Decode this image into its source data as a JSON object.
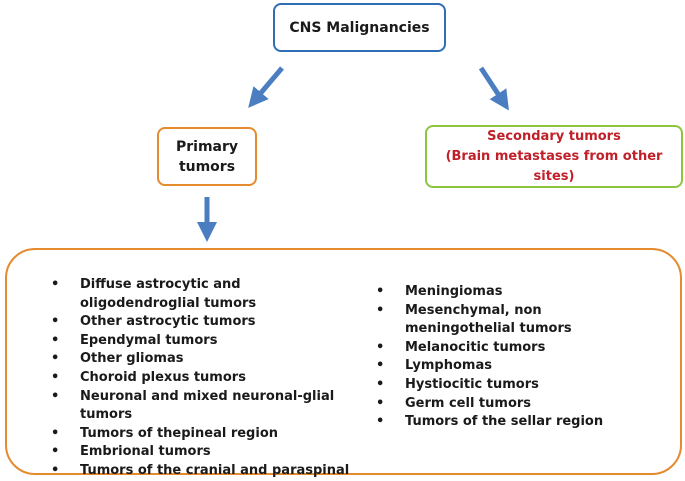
{
  "root": {
    "label": "CNS Malignancies"
  },
  "primary": {
    "line1": "Primary",
    "line2": "tumors"
  },
  "secondary": {
    "line1": "Secondary tumors",
    "line2": "(Brain metastases from other sites)"
  },
  "colors": {
    "root_border": "#2f6db5",
    "primary_border": "#e68a2e",
    "secondary_border": "#8cc63f",
    "secondary_text": "#c0202a",
    "arrow": "#4a7ec0"
  },
  "bullet": "•",
  "left_list": [
    "Diffuse astrocytic and oligodendroglial tumors",
    "Other astrocytic tumors",
    "Ependymal tumors",
    "Other gliomas",
    "Choroid plexus tumors",
    "Neuronal and mixed neuronal-glial tumors",
    "Tumors of thepineal region",
    "Embrional tumors",
    "Tumors of the cranial and paraspinal"
  ],
  "right_list": [
    "Meningiomas",
    "Mesenchymal, non meningothelial tumors",
    "Melanocitic tumors",
    "Lymphomas",
    "Hystiocitic tumors",
    "Germ cell tumors",
    "Tumors of the sellar region"
  ]
}
